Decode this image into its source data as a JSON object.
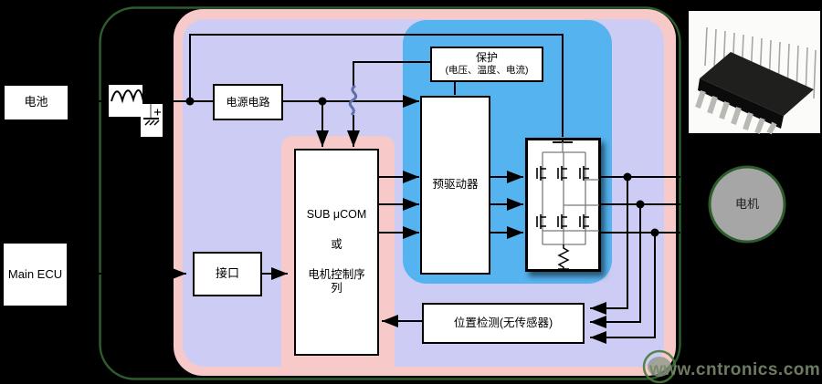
{
  "external": {
    "battery": "电池",
    "main_ecu": "Main ECU",
    "motor": "电机"
  },
  "blocks": {
    "power_circuit": "电源电路",
    "interface": "接口",
    "sub_ucom_line1": "SUB μCOM",
    "sub_ucom_line2": "或",
    "sub_ucom_line3": "电机控制序列",
    "pre_driver": "预驱动器",
    "protection_line1": "保护",
    "protection_line2": "(电压、温度、电流)",
    "position_detect": "位置检测(无传感器)"
  },
  "watermark": {
    "text": "www.cntronics.com"
  },
  "colors": {
    "outer_border_green": "#2d5c2d",
    "pink_region": "#f7c9c9",
    "purple_region": "#ccccf5",
    "blue_region": "#55b3f0",
    "inner_pink_region": "#f7c9c9",
    "motor_fill": "#a6a6a6",
    "wire_black": "#000000",
    "bridge_wire_gray": "#7b7b7b",
    "wire_break_blue": "#5e6fa9",
    "watermark_green": "#76866b"
  },
  "icons": {
    "inductor": "inductor-icon",
    "capacitor": "capacitor-to-ground-icon",
    "capacitor_plus_sign": "+",
    "wire_break": "wire-break-icon",
    "mosfet_bridge": "three-phase-mosfet-bridge",
    "shunt_resistor": "shunt-resistor-icon",
    "power_module_photo": "power-module-photo",
    "cntronics_logo": "cntronics-logo-icon"
  }
}
